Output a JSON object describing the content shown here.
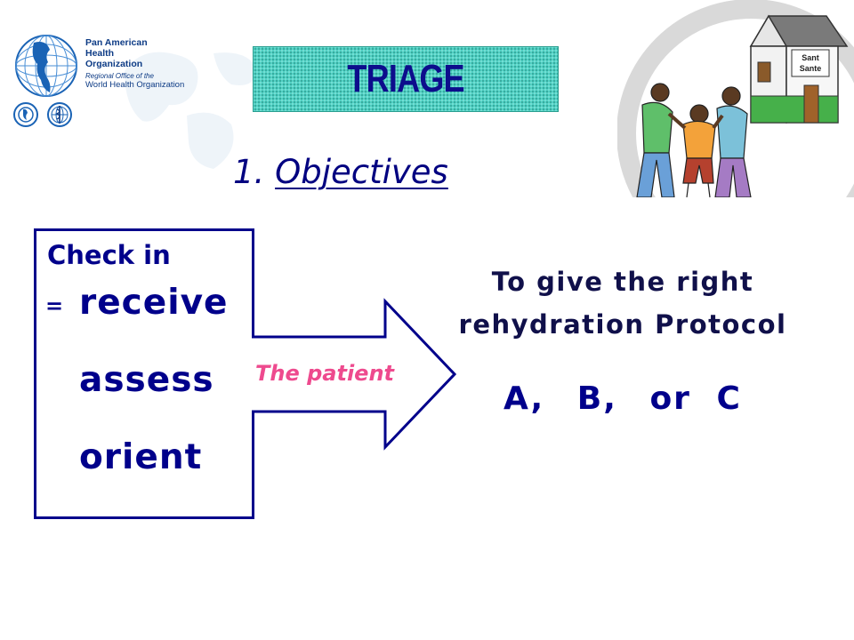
{
  "organization": {
    "name_lines": [
      "Pan American",
      "Health",
      "Organization"
    ],
    "regional_office_line": "Regional Office of the",
    "parent_org": "World Health Organization"
  },
  "title": "TRIAGE",
  "heading": {
    "number": "1.",
    "label": "Objectives"
  },
  "illustration": {
    "sign_lines": [
      "Sant",
      "Sante"
    ]
  },
  "check_in": {
    "label": "Check in",
    "equals": "=",
    "steps": [
      "receive",
      "assess",
      "orient"
    ]
  },
  "arrow_label": "The patient",
  "goal": {
    "line1": "To give the right",
    "line2": "rehydration Protocol",
    "options": [
      "A,",
      "B,",
      "or",
      "C"
    ]
  },
  "colors": {
    "navy": "#00008b",
    "teal_title": "#51d1c4",
    "pink_label": "#ee4a8e"
  }
}
